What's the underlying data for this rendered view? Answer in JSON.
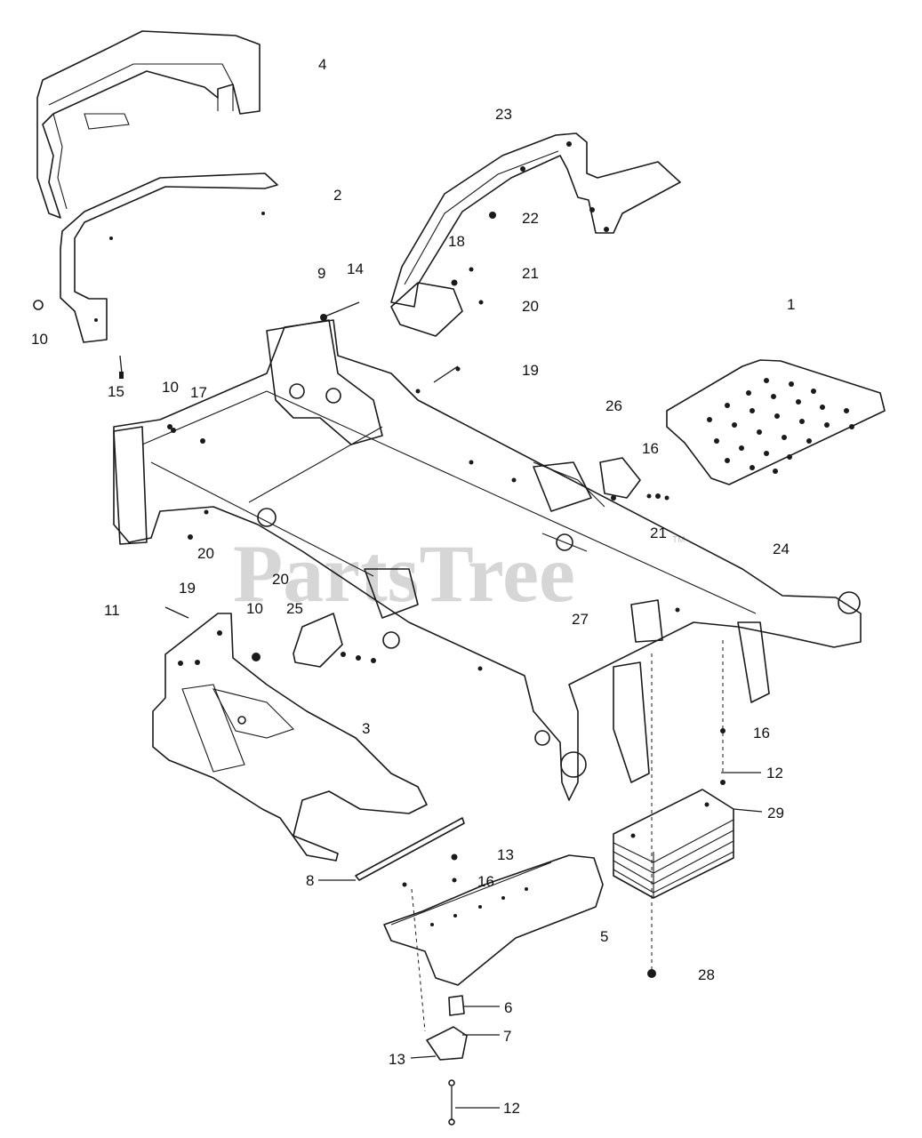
{
  "watermark": {
    "text": "PartsTree",
    "tm": "TM"
  },
  "callouts": [
    {
      "label": "4"
    },
    {
      "label": "23"
    },
    {
      "label": "2"
    },
    {
      "label": "22"
    },
    {
      "label": "18"
    },
    {
      "label": "9"
    },
    {
      "label": "14"
    },
    {
      "label": "21"
    },
    {
      "label": "20"
    },
    {
      "label": "1"
    },
    {
      "label": "10"
    },
    {
      "label": "15"
    },
    {
      "label": "10"
    },
    {
      "label": "17"
    },
    {
      "label": "19"
    },
    {
      "label": "26"
    },
    {
      "label": "16"
    },
    {
      "label": "20"
    },
    {
      "label": "21"
    },
    {
      "label": "24"
    },
    {
      "label": "20"
    },
    {
      "label": "19"
    },
    {
      "label": "11"
    },
    {
      "label": "10"
    },
    {
      "label": "25"
    },
    {
      "label": "27"
    },
    {
      "label": "3"
    },
    {
      "label": "16"
    },
    {
      "label": "12"
    },
    {
      "label": "29"
    },
    {
      "label": "13"
    },
    {
      "label": "8"
    },
    {
      "label": "16"
    },
    {
      "label": "5"
    },
    {
      "label": "28"
    },
    {
      "label": "6"
    },
    {
      "label": "7"
    },
    {
      "label": "13"
    },
    {
      "label": "12"
    }
  ]
}
